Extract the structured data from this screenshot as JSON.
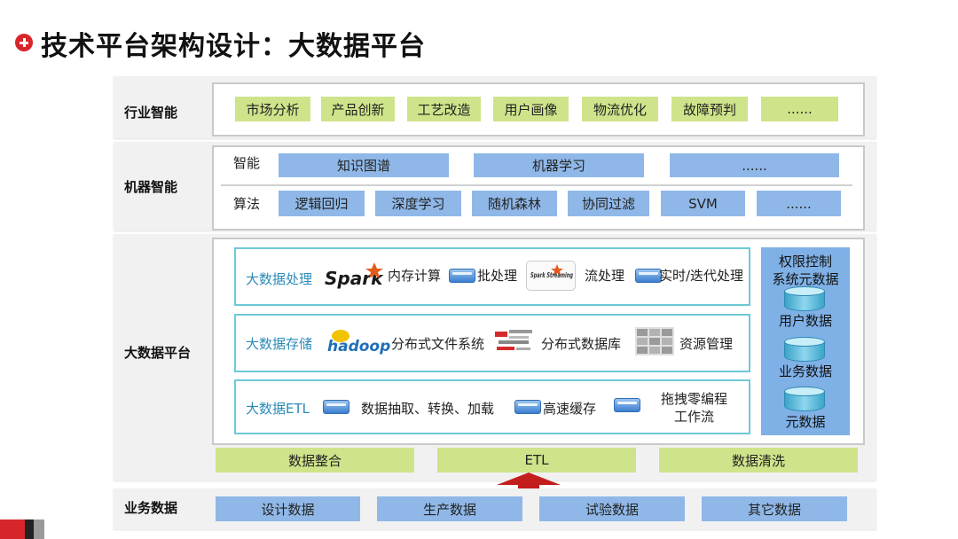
{
  "title": "技术平台架构设计：大数据平台",
  "industry": {
    "label": "行业智能",
    "items": [
      "市场分析",
      "产品创新",
      "工艺改造",
      "用户画像",
      "物流优化",
      "故障预判",
      "......"
    ]
  },
  "machine": {
    "label": "机器智能",
    "intel_label": "智能",
    "intel_items": [
      "知识图谱",
      "机器学习",
      "......"
    ],
    "algo_label": "算法",
    "algo_items": [
      "逻辑回归",
      "深度学习",
      "随机森林",
      "协同过滤",
      "SVM",
      "......"
    ]
  },
  "bigdata": {
    "label": "大数据平台",
    "processing": {
      "title": "大数据处理",
      "spark_logo": "Spark",
      "spark_streaming_logo": "Spark Streaming",
      "items": [
        "内存计算",
        "批处理",
        "流处理",
        "实时/迭代处理"
      ]
    },
    "storage": {
      "title": "大数据存储",
      "hadoop_logo": "hadoop",
      "items": [
        "分布式文件系统",
        "分布式数据库",
        "资源管理"
      ]
    },
    "etl": {
      "title": "大数据ETL",
      "items": [
        "数据抽取、转换、加载",
        "高速缓存",
        "拖拽零编程",
        "工作流"
      ]
    },
    "side": {
      "title_line1": "权限控制",
      "title_line2": "系统元数据",
      "items": [
        "用户数据",
        "业务数据",
        "元数据"
      ]
    },
    "bottom_items": [
      "数据整合",
      "ETL",
      "数据清洗"
    ]
  },
  "business": {
    "label": "业务数据",
    "items": [
      "设计数据",
      "生产数据",
      "试验数据",
      "其它数据"
    ]
  },
  "colors": {
    "green": "#cfe48a",
    "blue": "#8fb8e8",
    "accent_red": "#d7262b",
    "arrow_red": "#c41d1d",
    "bd_title": "#2b8ab8"
  }
}
